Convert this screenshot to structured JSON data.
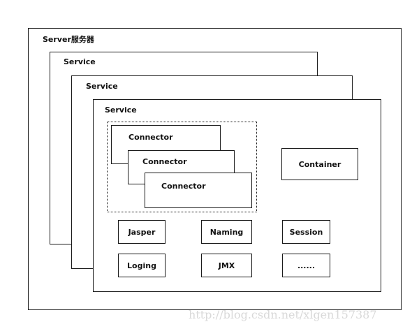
{
  "diagram": {
    "server_label": "Server服务器",
    "service_labels": [
      "Service",
      "Service",
      "Service"
    ],
    "connector_labels": [
      "Connector",
      "Connector",
      "Connector"
    ],
    "container_label": "Container",
    "components": [
      "Jasper",
      "Naming",
      "Session",
      "Loging",
      "JMX",
      "......"
    ]
  },
  "watermark": "http://blog.csdn.net/xlgen157387"
}
